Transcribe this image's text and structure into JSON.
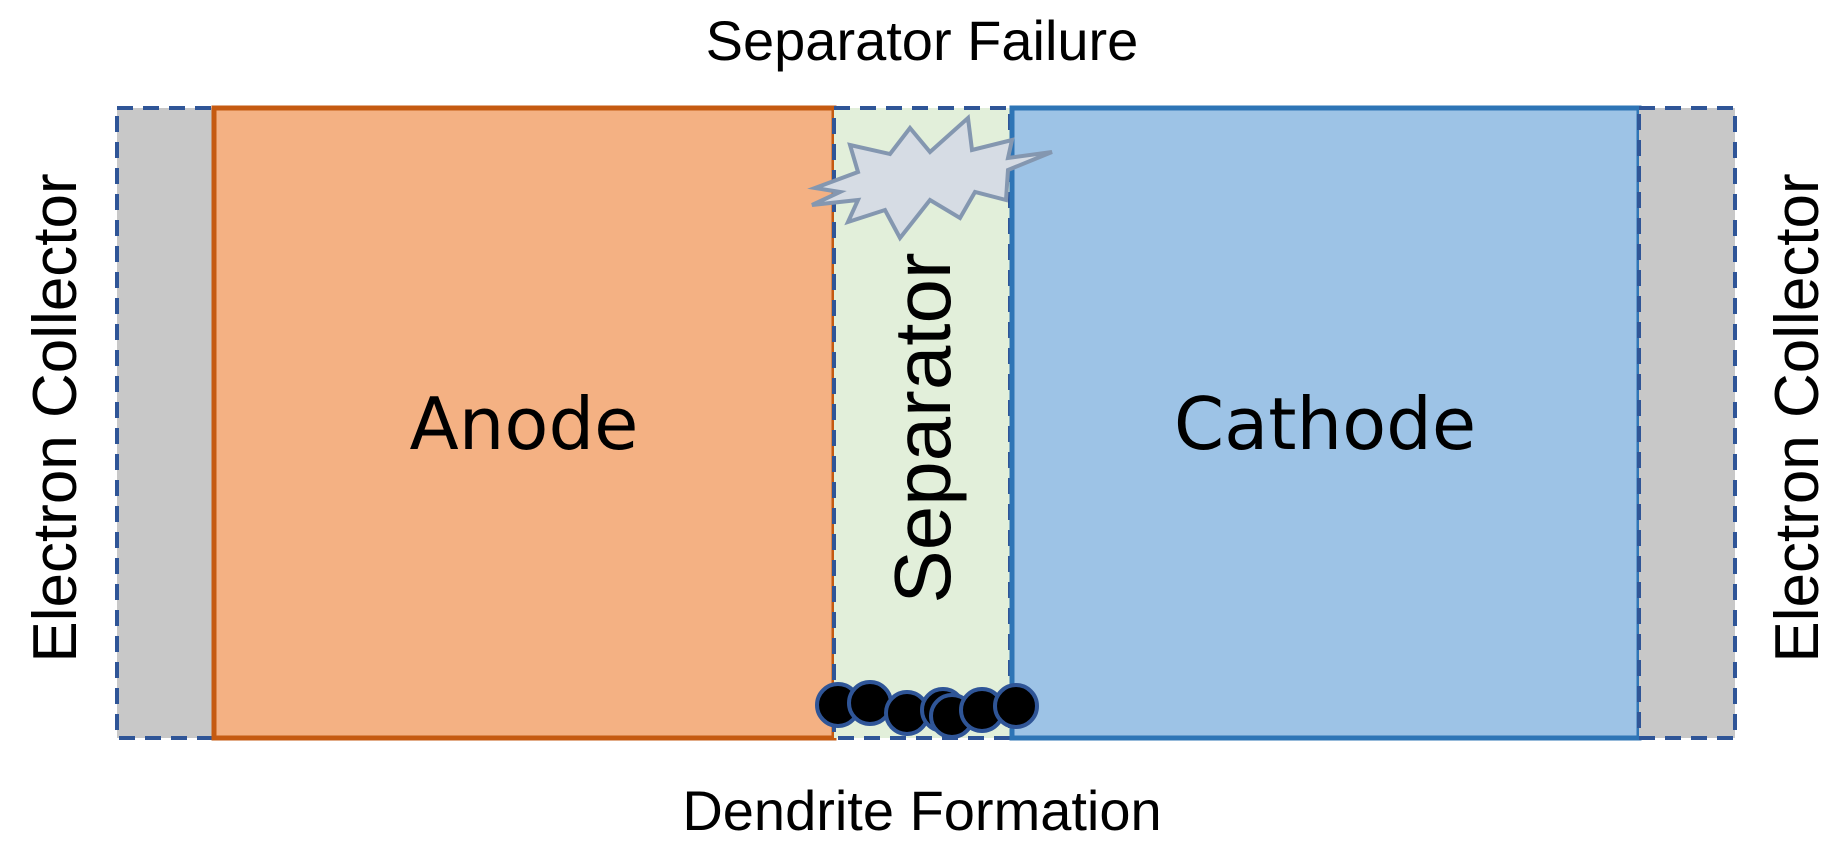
{
  "title": "Separator Failure",
  "bottom_label": "Dendrite Formation",
  "regions": {
    "left_collector": {
      "label": "Electron Collector",
      "fill": "#c8c8c8",
      "border": "#2f5597"
    },
    "anode": {
      "label": "Anode",
      "fill": "#f4b183",
      "border": "#c55a11"
    },
    "separator": {
      "label": "Separator",
      "fill": "#e2efda",
      "border": "#2f5597"
    },
    "cathode": {
      "label": "Cathode",
      "fill": "#9dc3e6",
      "border": "#2e75b6"
    },
    "right_collector": {
      "label": "Electron Collector",
      "fill": "#c8c8c8",
      "border": "#2f5597"
    }
  },
  "failure_burst": {
    "fill": "#d6dce4",
    "stroke": "#8497b0",
    "icon": "explosion-burst-icon"
  },
  "dendrites": {
    "fill": "#000000",
    "stroke": "#2f5597",
    "icon": "dendrite-particle-icon"
  }
}
